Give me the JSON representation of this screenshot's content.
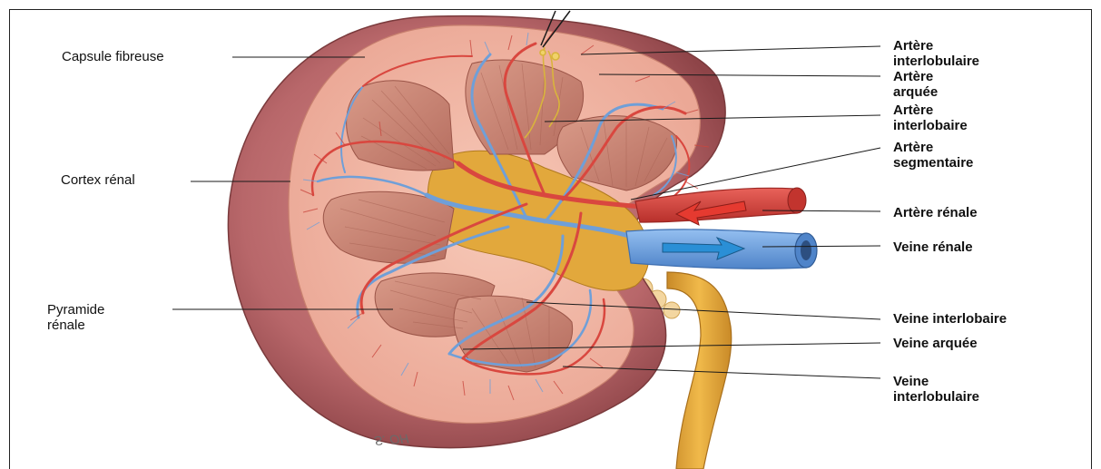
{
  "labels": {
    "capsule": "Capsule fibreuse",
    "cortex": "Cortex rénal",
    "pyramide": "Pyramide\nrénale",
    "a_interlobulaire": "Artère\ninterlobulaire",
    "a_arquee": "Artère\narquée",
    "a_interlobaire": "Artère\ninterlobaire",
    "a_segmentaire": "Artère\nsegmentaire",
    "a_renale": "Artère rénale",
    "v_renale": "Veine rénale",
    "v_interlobaire": "Veine interlobaire",
    "v_arquee": "Veine arquée",
    "v_interlobulaire": "Veine\ninterlobulaire"
  },
  "signature": "S. OH",
  "colors": {
    "capsule_outer": "#b8676a",
    "cortex": "#f2b8a6",
    "medulla": "#c98775",
    "pelvis": "#e2a83c",
    "artery": "#d9473f",
    "vein": "#6f9fd8",
    "ureter": "#e2a83c",
    "leader": "#1a1a1a"
  }
}
